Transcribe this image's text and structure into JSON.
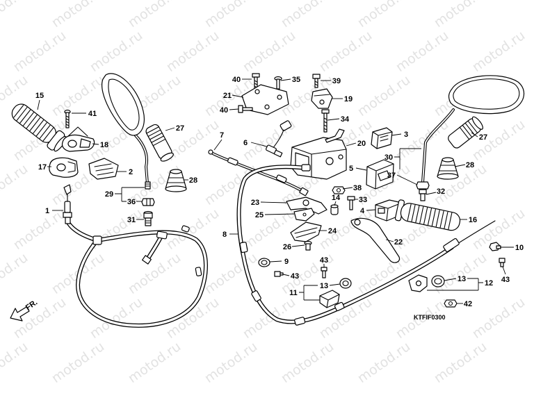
{
  "diagram": {
    "code": "KTFIF0300",
    "front_label": "FR.",
    "watermark": "motod.ru",
    "callouts": [
      "15",
      "41",
      "18",
      "27",
      "17",
      "2",
      "28",
      "29",
      "36",
      "31",
      "1",
      "40",
      "35",
      "39",
      "21",
      "19",
      "40",
      "34",
      "7",
      "6",
      "3",
      "20",
      "30",
      "27",
      "28",
      "5",
      "37",
      "32",
      "38",
      "23",
      "33",
      "14",
      "4",
      "25",
      "24",
      "16",
      "8",
      "22",
      "26",
      "10",
      "9",
      "43",
      "43",
      "43",
      "13",
      "11",
      "13",
      "12",
      "42"
    ]
  },
  "colors": {
    "line": "#000000",
    "background": "#ffffff",
    "watermark": "#c6c6c6"
  }
}
